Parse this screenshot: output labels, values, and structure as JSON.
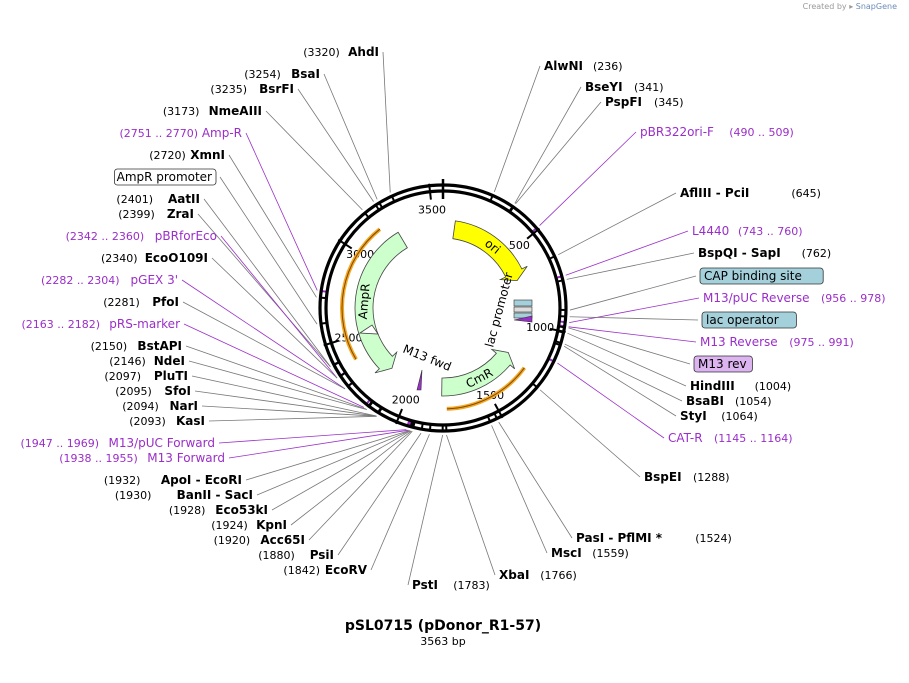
{
  "credit": {
    "prefix": "Created by",
    "brand": "SnapGene"
  },
  "plasmid": {
    "name": "pSL0715 (pDonor_R1-57)",
    "size_label": "3563 bp",
    "length": 3563
  },
  "colors": {
    "primer": "#9a2ec9",
    "enzyme": "#000000",
    "feature_yellow": "#ffff00",
    "feature_green": "#ccffcc",
    "orange": "#f5a623",
    "box_blue": "#a4d0db",
    "box_purple": "#dcb4f0"
  },
  "ring_ticks": [
    {
      "pos": 500,
      "label": "500"
    },
    {
      "pos": 1000,
      "label": "1000"
    },
    {
      "pos": 1500,
      "label": "1500"
    },
    {
      "pos": 2000,
      "label": "2000"
    },
    {
      "pos": 2500,
      "label": "2500"
    },
    {
      "pos": 3000,
      "label": "3000"
    },
    {
      "pos": 3500,
      "label": "3500"
    }
  ],
  "features": [
    {
      "name": "ori",
      "start": 80,
      "end": 690,
      "color": "#ffff00",
      "dir": 1
    },
    {
      "name": "AmpR",
      "start": 2180,
      "end": 3260,
      "color": "#ccffcc",
      "dir": -1
    },
    {
      "name": "CmR",
      "start": 1230,
      "end": 1790,
      "color": "#ccffcc",
      "dir": -1
    },
    {
      "name": "lac promoter",
      "start": 880,
      "end": 960,
      "color": "#cccccc",
      "dir": 1
    },
    {
      "name": "M13 fwd",
      "start": 1940,
      "end": 1960,
      "color": "#9a2ec9",
      "dir": -1
    }
  ],
  "labels": {
    "right": [
      {
        "name": "AlwNI",
        "pos": "(236)",
        "type": "enzyme"
      },
      {
        "name": "BseYI",
        "pos": "(341)",
        "type": "enzyme"
      },
      {
        "name": "PspFI",
        "pos": "(345)",
        "type": "enzyme"
      },
      {
        "name": "pBR322ori-F",
        "pos": "(490 .. 509)",
        "type": "primer"
      },
      {
        "name": "AflIII - PciI",
        "pos": "(645)",
        "type": "enzyme"
      },
      {
        "name": "L4440",
        "pos": "(743 .. 760)",
        "type": "primer"
      },
      {
        "name": "BspQI - SapI",
        "pos": "(762)",
        "type": "enzyme"
      },
      {
        "name": "CAP binding site",
        "pos": "",
        "type": "box_blue"
      },
      {
        "name": "M13/pUC Reverse",
        "pos": "(956 .. 978)",
        "type": "primer"
      },
      {
        "name": "lac operator",
        "pos": "",
        "type": "box_blue"
      },
      {
        "name": "M13 Reverse",
        "pos": "(975 .. 991)",
        "type": "primer"
      },
      {
        "name": "M13 rev",
        "pos": "",
        "type": "box_purple"
      },
      {
        "name": "HindIII",
        "pos": "(1004)",
        "type": "enzyme"
      },
      {
        "name": "BsaBI",
        "pos": "(1054)",
        "type": "enzyme"
      },
      {
        "name": "StyI",
        "pos": "(1064)",
        "type": "enzyme"
      },
      {
        "name": "CAT-R",
        "pos": "(1145 .. 1164)",
        "type": "primer"
      },
      {
        "name": "BspEI",
        "pos": "(1288)",
        "type": "enzyme"
      },
      {
        "name": "PasI - PflMI *",
        "pos": "(1524)",
        "type": "enzyme"
      },
      {
        "name": "MscI",
        "pos": "(1559)",
        "type": "enzyme"
      },
      {
        "name": "XbaI",
        "pos": "(1766)",
        "type": "enzyme"
      },
      {
        "name": "PstI",
        "pos": "(1783)",
        "type": "enzyme"
      }
    ],
    "left": [
      {
        "name": "AhdI",
        "pos": "(3320)",
        "type": "enzyme"
      },
      {
        "name": "BsaI",
        "pos": "(3254)",
        "type": "enzyme"
      },
      {
        "name": "BsrFI",
        "pos": "(3235)",
        "type": "enzyme"
      },
      {
        "name": "NmeAIII",
        "pos": "(3173)",
        "type": "enzyme"
      },
      {
        "name": "Amp-R",
        "pos": "(2751 .. 2770)",
        "type": "primer"
      },
      {
        "name": "XmnI",
        "pos": "(2720)",
        "type": "enzyme"
      },
      {
        "name": "AmpR promoter",
        "pos": "",
        "type": "box_white"
      },
      {
        "name": "AatII",
        "pos": "(2401)",
        "type": "enzyme"
      },
      {
        "name": "ZraI",
        "pos": "(2399)",
        "type": "enzyme"
      },
      {
        "name": "pBRforEco",
        "pos": "(2342 .. 2360)",
        "type": "primer"
      },
      {
        "name": "EcoO109I",
        "pos": "(2340)",
        "type": "enzyme"
      },
      {
        "name": "pGEX 3'",
        "pos": "(2282 .. 2304)",
        "type": "primer"
      },
      {
        "name": "PfoI",
        "pos": "(2281)",
        "type": "enzyme"
      },
      {
        "name": "pRS-marker",
        "pos": "(2163 .. 2182)",
        "type": "primer"
      },
      {
        "name": "BstAPI",
        "pos": "(2150)",
        "type": "enzyme"
      },
      {
        "name": "NdeI",
        "pos": "(2146)",
        "type": "enzyme"
      },
      {
        "name": "PluTI",
        "pos": "(2097)",
        "type": "enzyme"
      },
      {
        "name": "SfoI",
        "pos": "(2095)",
        "type": "enzyme"
      },
      {
        "name": "NarI",
        "pos": "(2094)",
        "type": "enzyme"
      },
      {
        "name": "KasI",
        "pos": "(2093)",
        "type": "enzyme"
      },
      {
        "name": "M13/pUC Forward",
        "pos": "(1947 .. 1969)",
        "type": "primer"
      },
      {
        "name": "M13 Forward",
        "pos": "(1938 .. 1955)",
        "type": "primer"
      },
      {
        "name": "ApoI - EcoRI",
        "pos": "(1932)",
        "type": "enzyme"
      },
      {
        "name": "BanII - SacI",
        "pos": "(1930)",
        "type": "enzyme"
      },
      {
        "name": "Eco53kI",
        "pos": "(1928)",
        "type": "enzyme"
      },
      {
        "name": "KpnI",
        "pos": "(1924)",
        "type": "enzyme"
      },
      {
        "name": "Acc65I",
        "pos": "(1920)",
        "type": "enzyme"
      },
      {
        "name": "PsiI",
        "pos": "(1880)",
        "type": "enzyme"
      },
      {
        "name": "EcoRV",
        "pos": "(1842)",
        "type": "enzyme"
      }
    ]
  }
}
